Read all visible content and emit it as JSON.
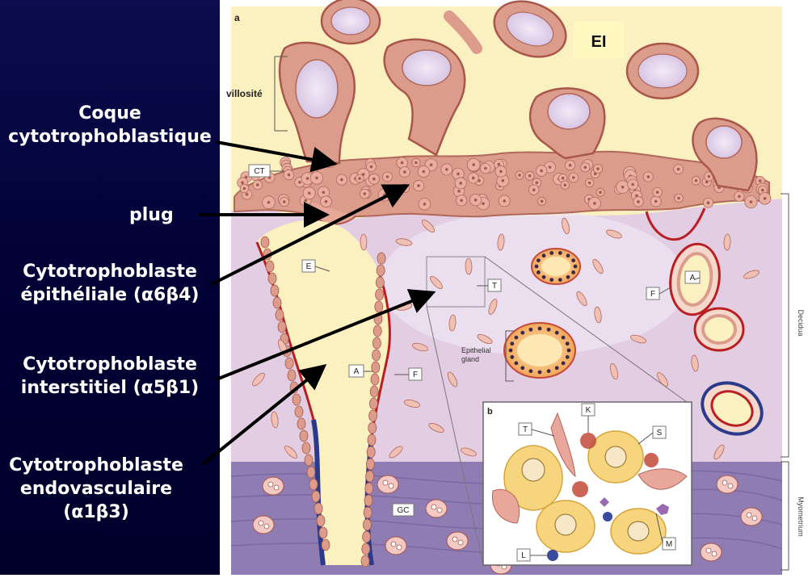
{
  "labels": {
    "coque": [
      "Coque",
      "cytotrophoblastique"
    ],
    "plug": "plug",
    "epitheliale": [
      "Cytotrophoblaste",
      "épithéliale (α6β4)"
    ],
    "interstitiel": [
      "Cytotrophoblaste",
      "interstitiel (α5β1)"
    ],
    "endovasculaire": [
      "Cytotrophoblaste",
      "endovasculaire",
      "(α1β3)"
    ]
  },
  "figure": {
    "panel_a": "a",
    "panel_b": "b",
    "ei_badge": "EI",
    "villosite": "villosité",
    "epithelial_gland": [
      "Epithelial",
      "gland"
    ],
    "boxes": {
      "ct": "CT",
      "e": "E",
      "t": "T",
      "a_artery": "A",
      "f_left": "F",
      "f_right": "F",
      "a_right": "A",
      "gc": "GC"
    },
    "inset_boxes": {
      "t": "T",
      "k": "K",
      "s": "S",
      "l": "L",
      "m": "M"
    },
    "side_labels": {
      "decidua": "Decidua",
      "myometrium": "Myometrium"
    }
  },
  "colors": {
    "sidebar_bg": "#00002a",
    "yellow_layer": "#fbf0c0",
    "decidua": "#e2cde3",
    "myometrium": "#8e7cb2",
    "cell_pink": "#dc9c8c",
    "vessel_red": "#b81e22",
    "vessel_blue": "#2b3a8a",
    "badge": "#fff8c0"
  }
}
